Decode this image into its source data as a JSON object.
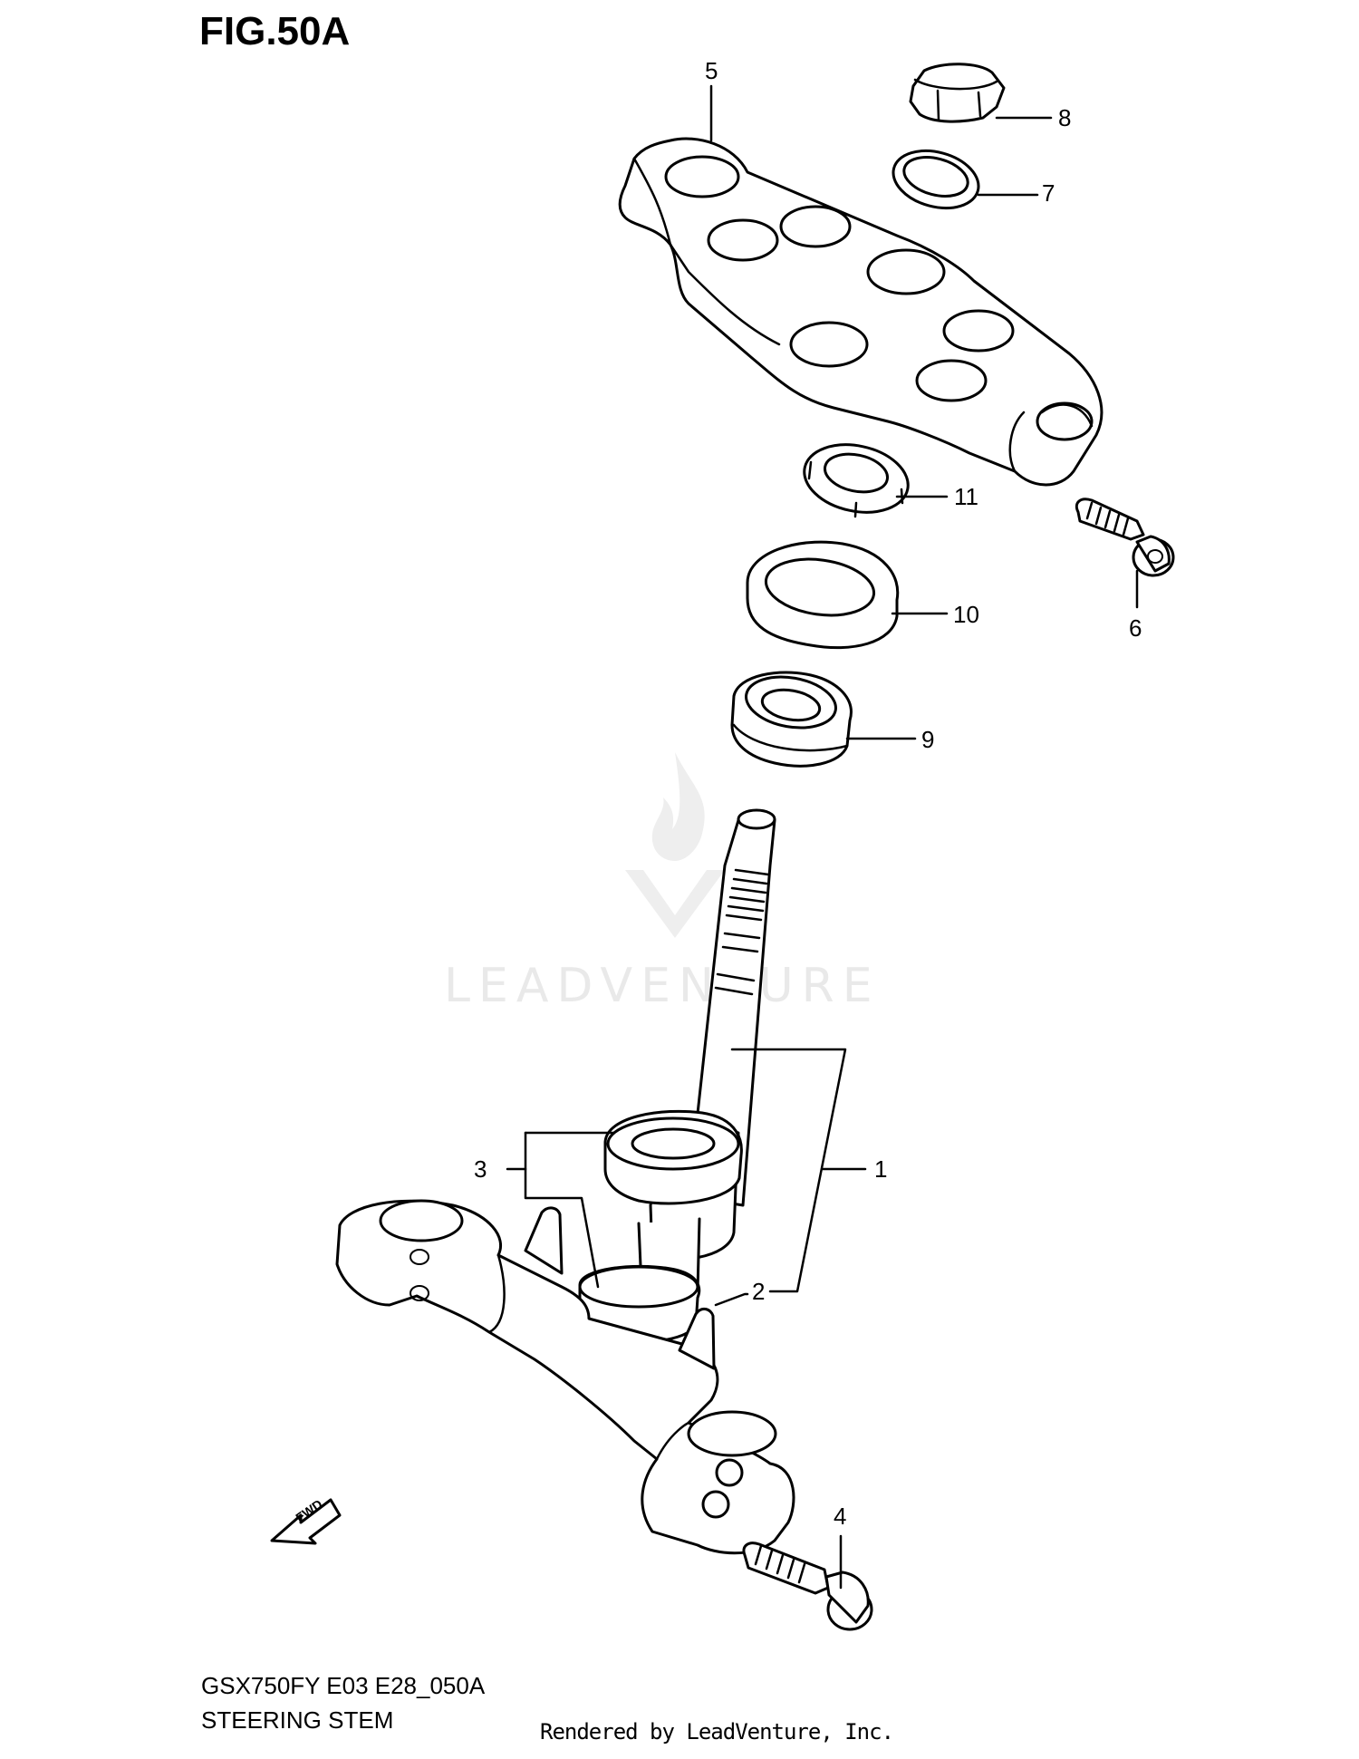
{
  "figure": {
    "title": "FIG.50A"
  },
  "footer": {
    "model_code": "GSX750FY E03 E28_050A",
    "part_name": "STEERING STEM",
    "rendered_by": "Rendered by LeadVenture, Inc."
  },
  "watermark": {
    "text": "LEADVENTURE"
  },
  "fwd_arrow": {
    "label": "FWD"
  },
  "callouts": [
    "1",
    "2",
    "3",
    "4",
    "5",
    "6",
    "7",
    "8",
    "9",
    "10",
    "11"
  ],
  "colors": {
    "line": "#000000",
    "background": "#ffffff",
    "watermark": "#e9e9e9"
  }
}
